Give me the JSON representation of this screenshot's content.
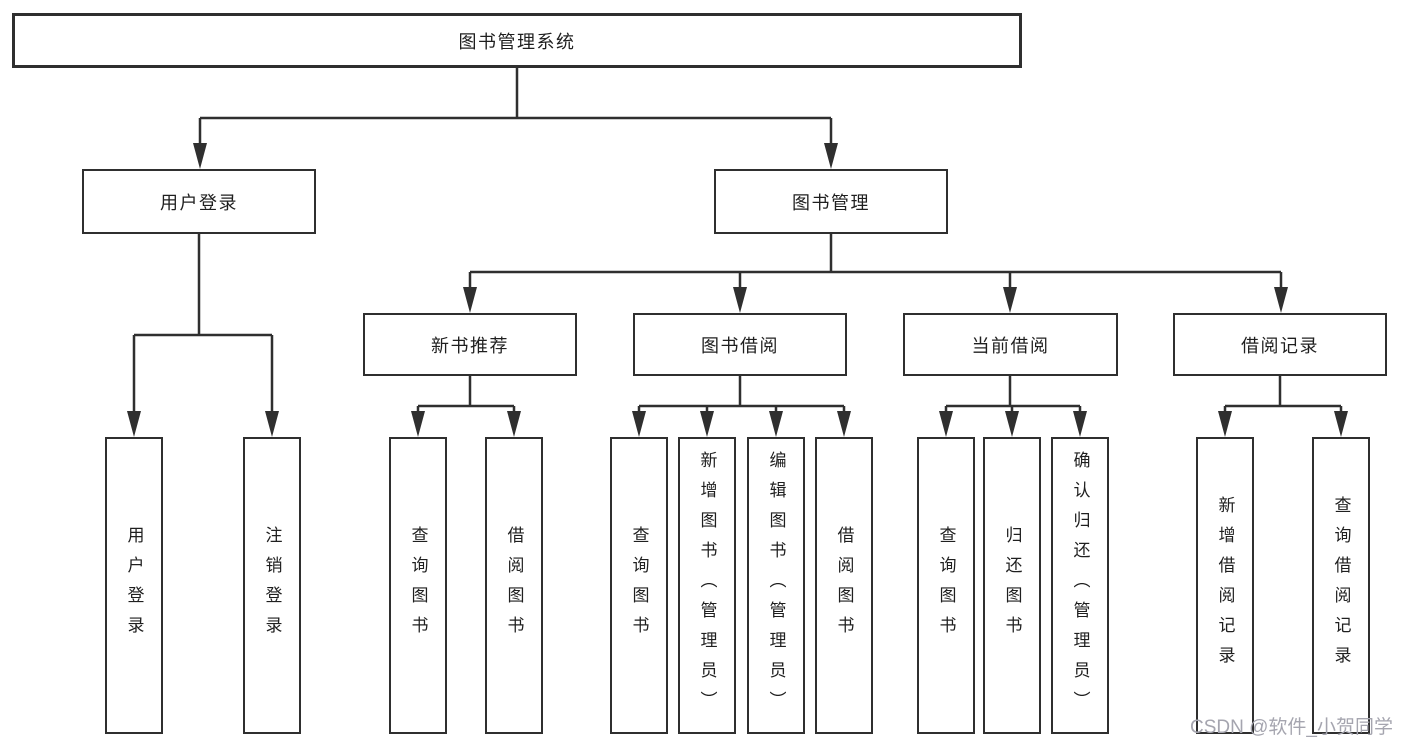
{
  "title_node": {
    "label": "图书管理系统"
  },
  "level2": {
    "user_login": {
      "label": "用户登录"
    },
    "book_mgmt": {
      "label": "图书管理"
    }
  },
  "level3": {
    "new_book": {
      "label": "新书推荐"
    },
    "borrow": {
      "label": "图书借阅"
    },
    "current": {
      "label": "当前借阅"
    },
    "records": {
      "label": "借阅记录"
    }
  },
  "leaves": {
    "login": {
      "label": "用户登录"
    },
    "logout": {
      "label": "注销登录"
    },
    "nb_query": {
      "label": "查询图书"
    },
    "nb_borrow": {
      "label": "借阅图书"
    },
    "bw_query": {
      "label": "查询图书"
    },
    "bw_add": {
      "label": "新增图书（管理员）"
    },
    "bw_edit": {
      "label": "编辑图书（管理员）"
    },
    "bw_borrow": {
      "label": "借阅图书"
    },
    "cu_query": {
      "label": "查询图书"
    },
    "cu_return": {
      "label": "归还图书"
    },
    "cu_confirm": {
      "label": "确认归还（管理员）"
    },
    "rc_add": {
      "label": "新增借阅记录"
    },
    "rc_query": {
      "label": "查询借阅记录"
    }
  },
  "watermark": {
    "text": "CSDN @软件_小贺同学"
  },
  "colors": {
    "line": "#2f2f2f",
    "text": "#1f1f1f",
    "watermark": "#a5a5af",
    "background": "#ffffff"
  }
}
